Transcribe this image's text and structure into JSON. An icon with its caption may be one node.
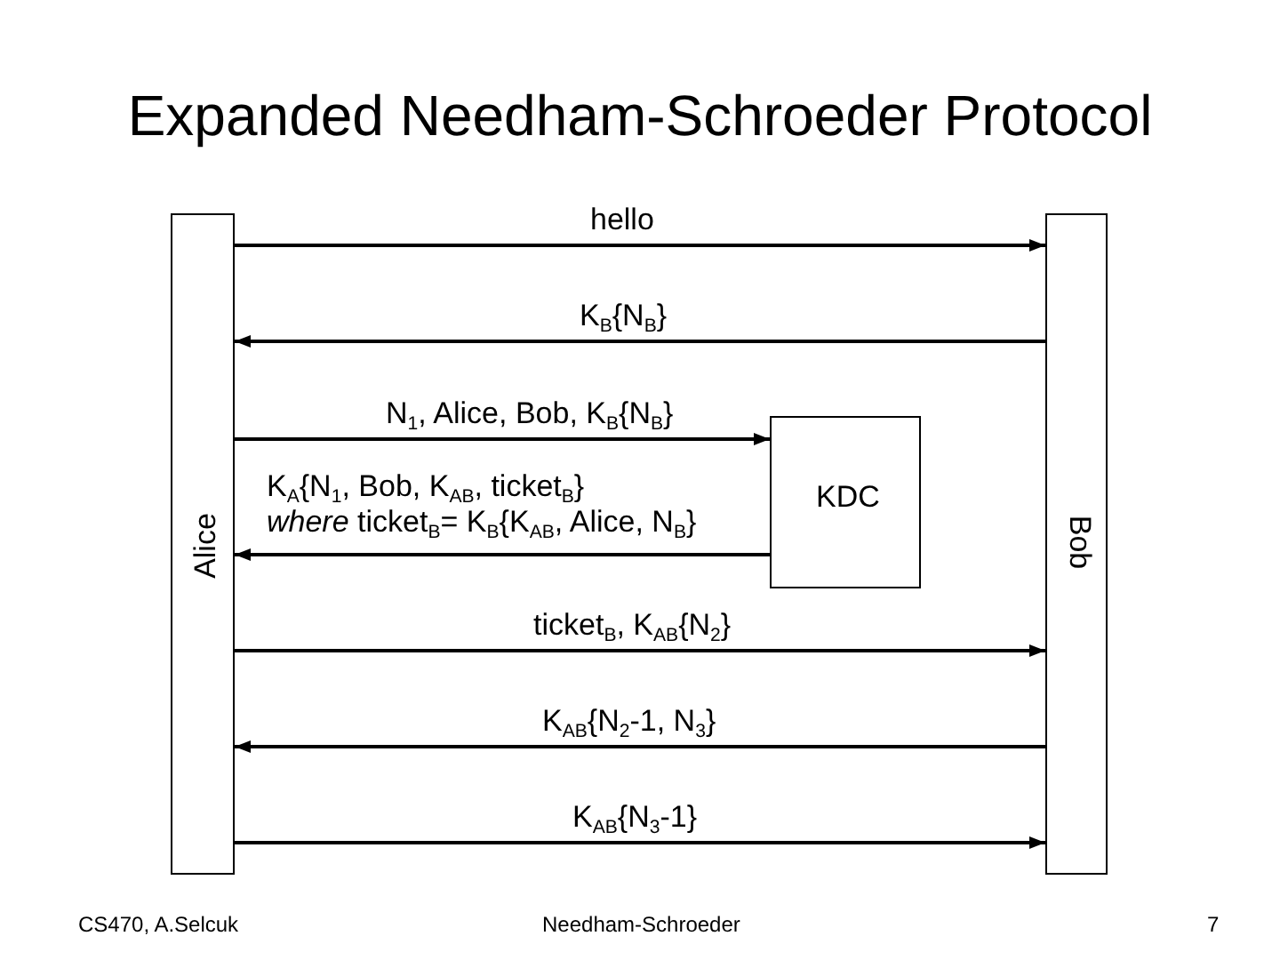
{
  "diagram": {
    "title": "Expanded Needham-Schroeder Protocol",
    "nodes": [
      {
        "text": [
          "Alice"
        ]
      },
      {
        "text": [
          "Bob"
        ]
      },
      {
        "text": [
          "KDC"
        ]
      }
    ],
    "edges": [
      {
        "from": 0,
        "to": 1,
        "arrow": "to",
        "label": "hello"
      },
      {
        "from": 1,
        "to": 0,
        "arrow": "to",
        "label": "K$_{B}${N$_{B}$}"
      },
      {
        "from": 0,
        "to": 2,
        "arrow": "to",
        "label": "N$_{1}$, Alice, Bob, K$_{B}${N$_{B}$}"
      },
      {
        "from": 2,
        "to": 0,
        "arrow": "to",
        "label": "K$_{A}${N$_{1}$, Bob, K$_{AB}$, ticket$_{B}$} *where* ticket$_{B}$= K$_{B}${K$_{AB}$, Alice, N$_{B}$}"
      },
      {
        "from": 0,
        "to": 1,
        "arrow": "to",
        "label": "ticket$_{B}$, K$_{AB}${N$_{2}$}"
      },
      {
        "from": 1,
        "to": 0,
        "arrow": "to",
        "label": "K$_{AB}${N$_{2}$-1, N$_{3}$}"
      },
      {
        "from": 0,
        "to": 1,
        "arrow": "to",
        "label": "K$_{AB}${N$_{3}$-1}"
      }
    ],
    "labels": [
      "CS470, A.Selcuk",
      "Needham-Schroeder",
      "7"
    ]
  }
}
